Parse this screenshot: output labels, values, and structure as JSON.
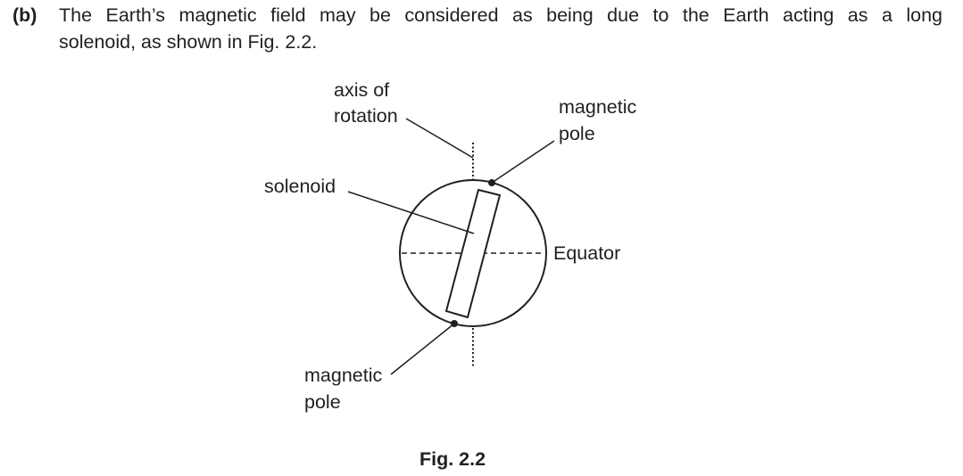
{
  "question": {
    "part_label": "(b)",
    "line1": "The Earth’s magnetic field may be considered as being due to the Earth acting as a long",
    "line2": "solenoid, as shown in Fig. 2.2."
  },
  "figure": {
    "caption": "Fig. 2.2",
    "labels": {
      "axis_line1": "axis of",
      "axis_line2": "rotation",
      "pole_top_line1": "magnetic",
      "pole_top_line2": "pole",
      "solenoid": "solenoid",
      "equator": "Equator",
      "pole_bottom_line1": "magnetic",
      "pole_bottom_line2": "pole"
    },
    "colors": {
      "ink": "#231f20",
      "background": "#ffffff"
    }
  }
}
